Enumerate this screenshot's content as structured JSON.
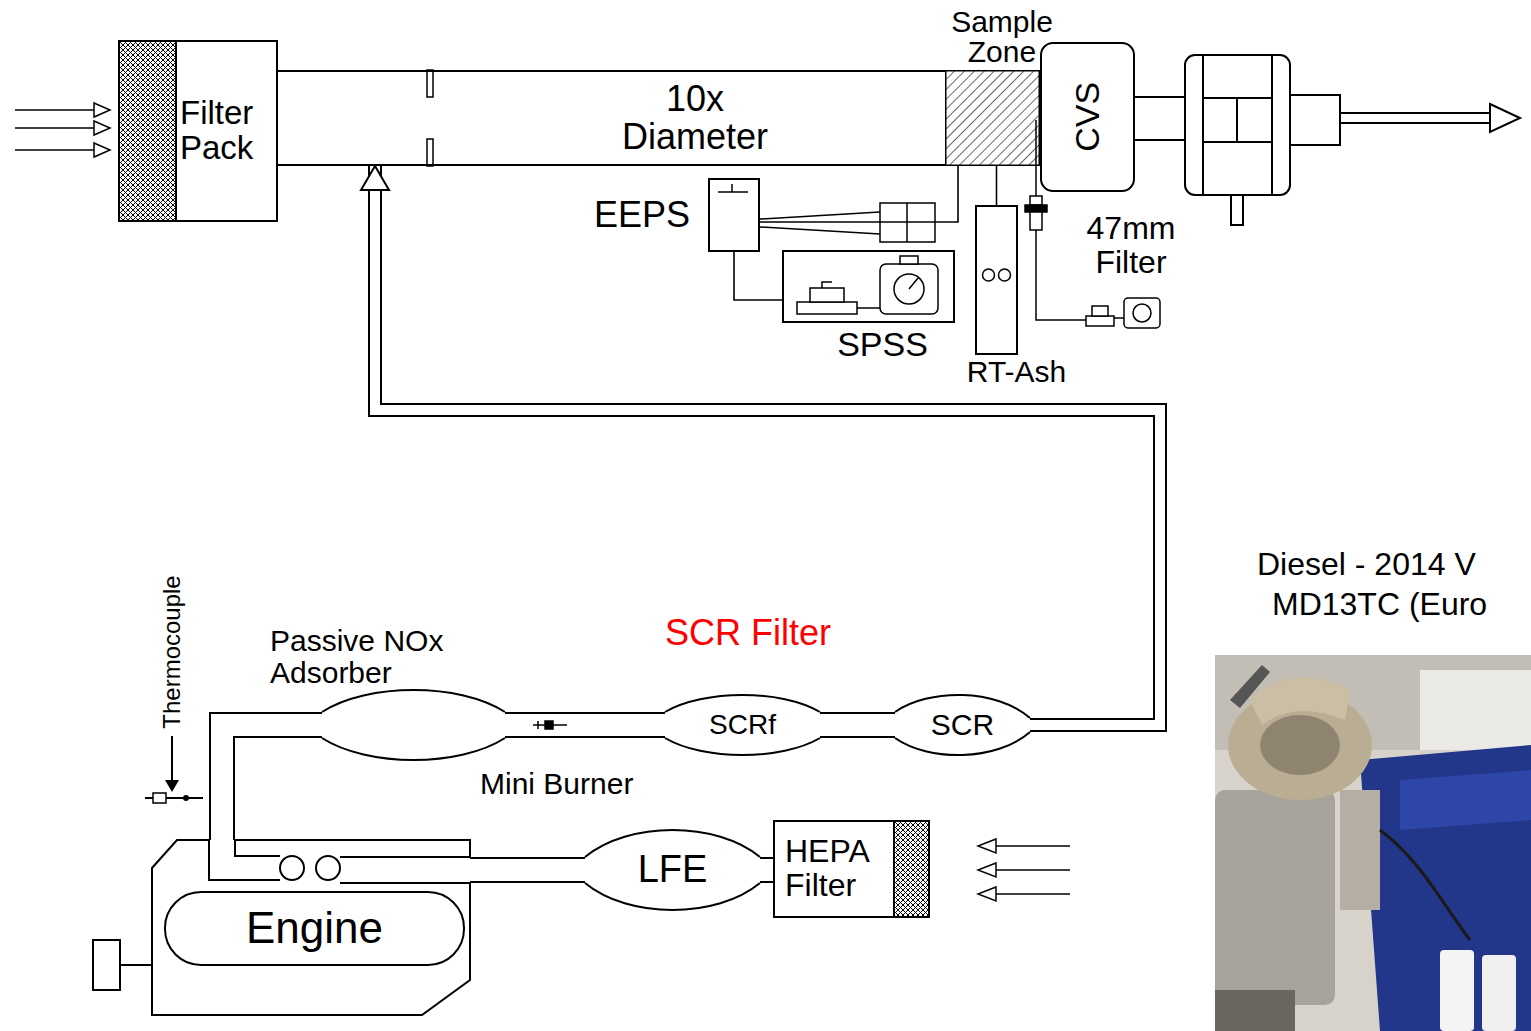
{
  "diagram": {
    "nodes": [
      {
        "text": [
          "Filter Pack"
        ]
      },
      {
        "text": [
          "10x Diameter"
        ]
      },
      {
        "text": [
          "Sample Zone"
        ]
      },
      {
        "text": [
          "CVS"
        ]
      },
      {
        "text": [
          "EEPS"
        ]
      },
      {
        "text": [
          "SPSS"
        ]
      },
      {
        "text": [
          "RT-Ash"
        ]
      },
      {
        "text": [
          "Passive NOx Adsorber"
        ]
      },
      {
        "text": [
          "SCRf"
        ]
      },
      {
        "text": [
          "SCR"
        ]
      },
      {
        "text": [
          "LFE"
        ]
      },
      {
        "text": [
          "HEPA Filter"
        ]
      },
      {
        "text": [
          "Engine"
        ]
      }
    ],
    "edges": [
      {
        "from": 2,
        "to": 4,
        "arrow": "none"
      },
      {
        "from": 4,
        "to": 5,
        "arrow": "none"
      },
      {
        "from": 2,
        "to": 6,
        "arrow": "none"
      },
      {
        "from": 11,
        "to": 10,
        "arrow": "none"
      },
      {
        "from": 10,
        "to": 12,
        "arrow": "none"
      },
      {
        "from": 12,
        "to": 7,
        "arrow": "none"
      },
      {
        "from": 7,
        "to": 8,
        "arrow": "none"
      },
      {
        "from": 8,
        "to": 9,
        "arrow": "none"
      },
      {
        "from": 9,
        "to": 1,
        "arrow": "to"
      }
    ],
    "labels": [
      "47mm Filter",
      "Thermocouple",
      "Mini Burner",
      "SCR Filter",
      "Diesel - 2014 V",
      "MD13TC (Euro"
    ]
  }
}
